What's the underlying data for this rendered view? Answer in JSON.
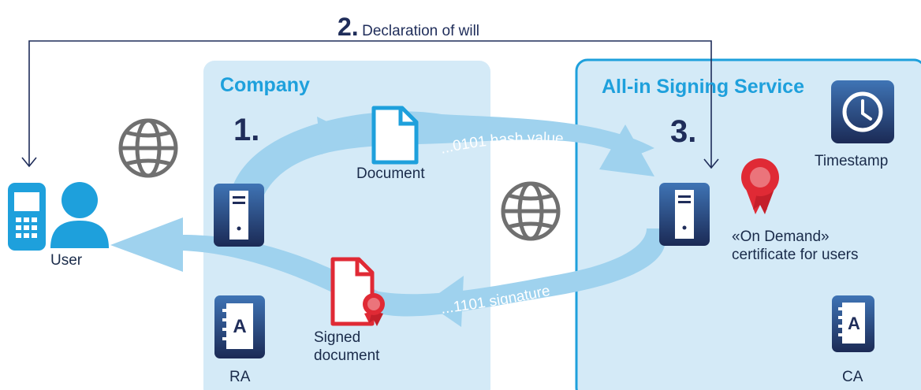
{
  "step2": {
    "number": "2.",
    "text": "Declaration of will"
  },
  "company": {
    "title": "Company",
    "step_number": "1."
  },
  "service": {
    "title": "All-in Signing Service",
    "step_number": "3."
  },
  "labels": {
    "document": "Document",
    "signed_document_line1": "Signed",
    "signed_document_line2": "document",
    "user": "User",
    "ra": "RA",
    "ca": "CA",
    "timestamp": "Timestamp",
    "on_demand_line1": "«On Demand»",
    "on_demand_line2": "certificate for users"
  },
  "arrows": {
    "hash": "...0101 hash value",
    "signature": "...1101 signature"
  },
  "icons": [
    "globe-icon",
    "document-icon",
    "signed-document-icon",
    "server-icon",
    "address-book-icon",
    "clock-icon",
    "certificate-seal-icon",
    "mobile-phone-icon",
    "person-icon"
  ],
  "colors": {
    "panel_fill": "#d4eaf7",
    "panel_border": "#1ea0dc",
    "arrow": "#9fd2ee",
    "title_blue": "#1ea0dc",
    "navy": "#1f2d5a",
    "user_blue": "#1ea0dc",
    "signed_red": "#e02a35",
    "globe_gray": "#707070"
  }
}
